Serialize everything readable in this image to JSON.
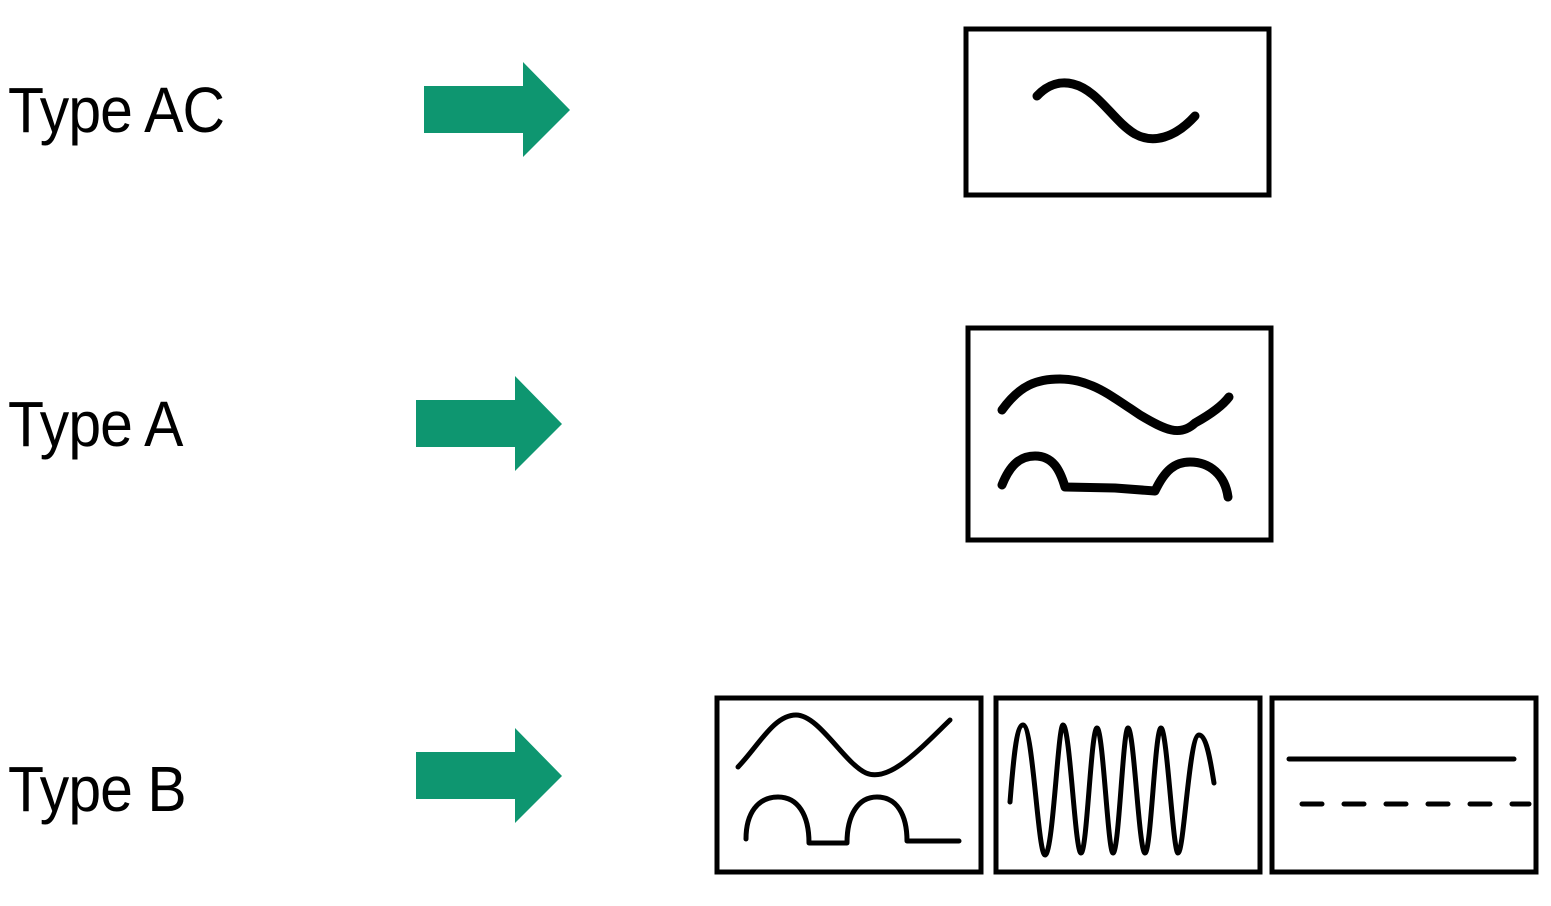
{
  "colors": {
    "arrow": "#0e9670",
    "stroke": "#000000",
    "background": "#ffffff"
  },
  "rows": [
    {
      "label": "Type AC",
      "arrow_icon": "right-arrow-icon",
      "symbols": [
        "ac-sine-icon"
      ]
    },
    {
      "label": "Type A",
      "arrow_icon": "right-arrow-icon",
      "symbols": [
        "ac-and-pulsating-dc-icon"
      ]
    },
    {
      "label": "Type B",
      "arrow_icon": "right-arrow-icon",
      "symbols": [
        "ac-and-pulsating-dc-icon",
        "high-frequency-ac-icon",
        "smooth-dc-icon"
      ]
    }
  ]
}
